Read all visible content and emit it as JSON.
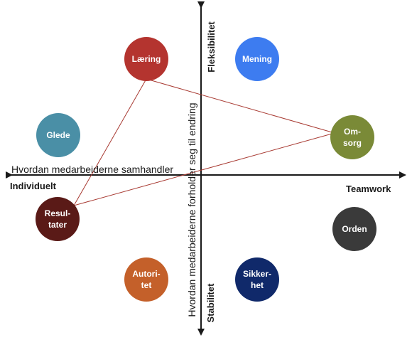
{
  "labels": {
    "left_end": "Individuelt",
    "right_end": "Teamwork",
    "top_end": "Fleksibilitet",
    "bottom_end": "Stabilitet",
    "horizontal_axis": "Hvordan medarbeiderne samhandler",
    "vertical_axis": "Hvordan medarbeiderne forholder seg til endring"
  },
  "colors": {
    "axis": "#1a1a1a",
    "triangle": "#a83a32"
  },
  "nodes": [
    {
      "id": "laering",
      "label": "Læring",
      "color": "#b4342f"
    },
    {
      "id": "mening",
      "label": "Mening",
      "color": "#3d7cf0"
    },
    {
      "id": "glede",
      "label": "Glede",
      "color": "#4a8fa6"
    },
    {
      "id": "omsorg",
      "label": "Om-\nsorg",
      "color": "#7a8a37"
    },
    {
      "id": "resultater",
      "label": "Resul-\ntater",
      "color": "#5a1a17"
    },
    {
      "id": "orden",
      "label": "Orden",
      "color": "#3a3a3a"
    },
    {
      "id": "autoritet",
      "label": "Autori-\ntet",
      "color": "#c4602a"
    },
    {
      "id": "sikkerhet",
      "label": "Sikker-\nhet",
      "color": "#10296a"
    }
  ]
}
